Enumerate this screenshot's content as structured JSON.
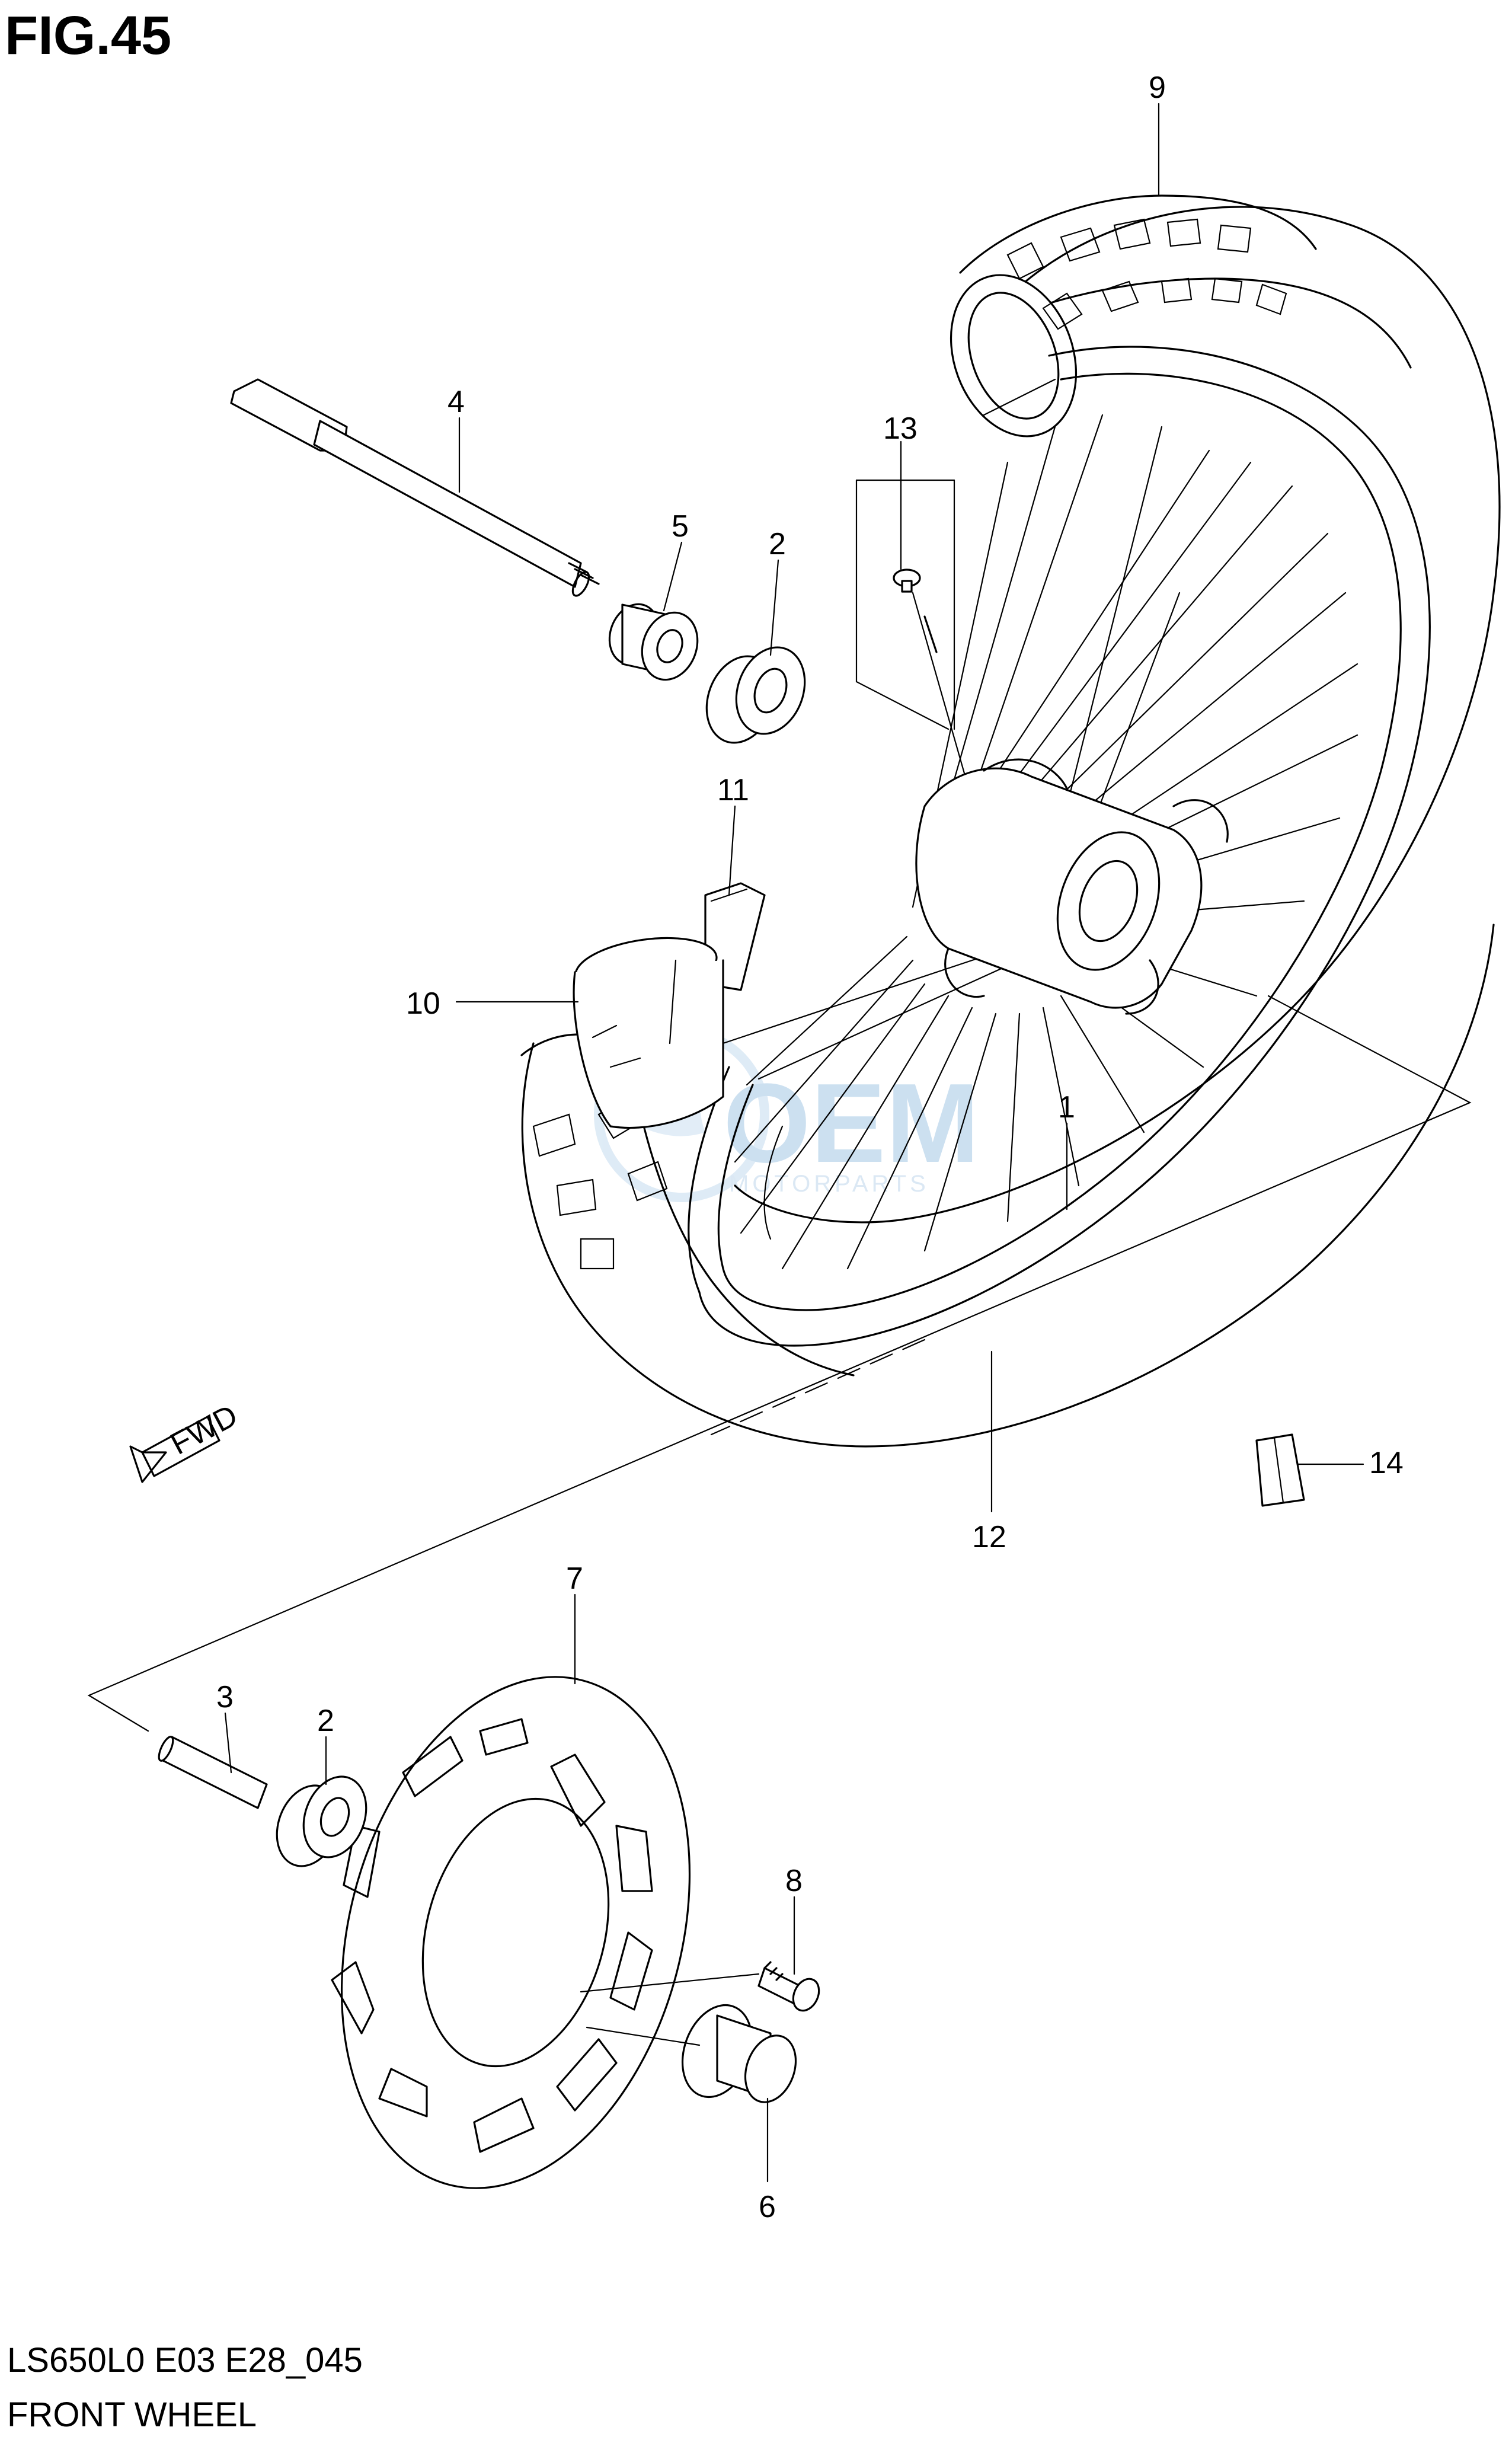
{
  "figure": {
    "title": "FIG.45",
    "model_code": "LS650L0 E03 E28_045",
    "name": "FRONT WHEEL"
  },
  "callouts": {
    "c1": "1",
    "c2a": "2",
    "c2b": "2",
    "c3": "3",
    "c4": "4",
    "c5": "5",
    "c6": "6",
    "c7": "7",
    "c8": "8",
    "c9": "9",
    "c10": "10",
    "c11": "11",
    "c12": "12",
    "c13": "13",
    "c14": "14"
  },
  "direction_arrow": {
    "label": "FWD"
  },
  "watermark": {
    "logo_text": "OEM",
    "sub_text": "MOTORPARTS"
  },
  "colors": {
    "line": "#000000",
    "background": "#ffffff",
    "watermark": "#bcd6ec"
  }
}
